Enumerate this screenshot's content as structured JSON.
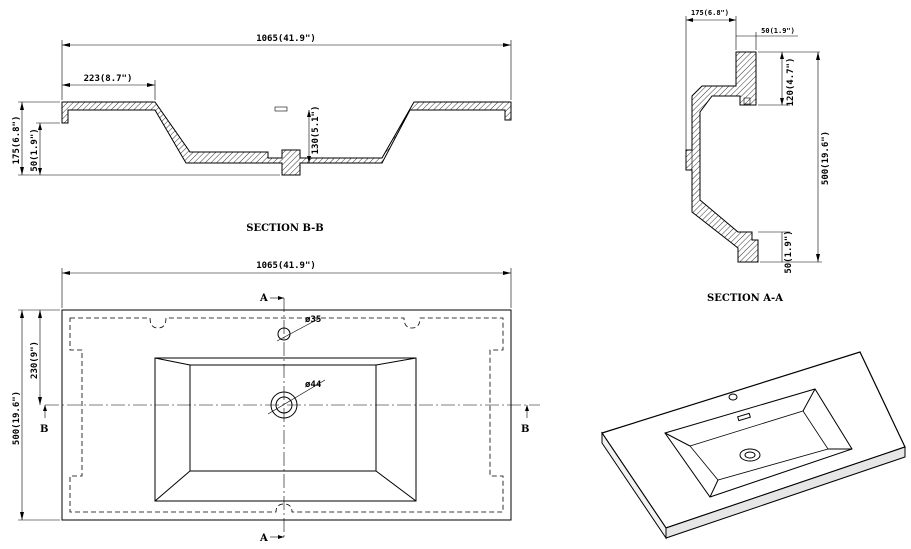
{
  "section_bb": {
    "title": "SECTION B-B",
    "width_dim": "1065(41.9\")",
    "offset_dim": "223(8.7\")",
    "height_dim": "175(6.8\")",
    "rim_dim": "50(1.9\")",
    "depth_dim": "130(5.1\")"
  },
  "section_aa": {
    "title": "SECTION A-A",
    "top_dim": "175(6.8\")",
    "tap_dim": "50(1.9\")",
    "tap_height_dim": "120(4.7\")",
    "depth_dim": "500(19.6\")",
    "rim_dim": "50(1.9\")"
  },
  "plan": {
    "width_dim": "1065(41.9\")",
    "depth_dim": "500(19.6\")",
    "tap_offset_dim": "230(9\")",
    "tap_hole_dim": "ø35",
    "drain_dim": "ø44",
    "marker_a_top": "A",
    "marker_a_bottom": "A",
    "marker_b_left": "B",
    "marker_b_right": "B"
  }
}
